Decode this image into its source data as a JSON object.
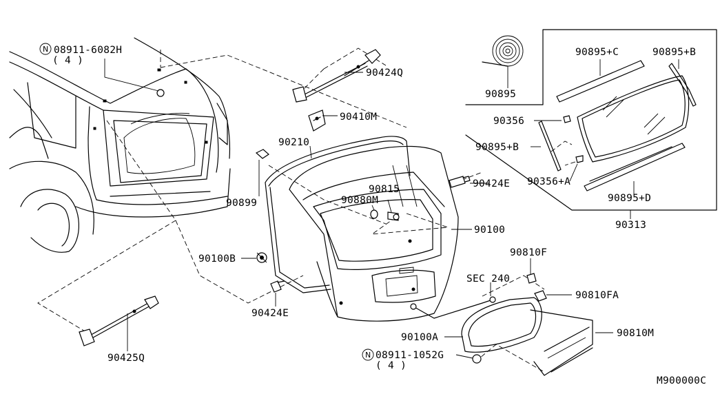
{
  "labels": {
    "p08911_6082H": "08911-6082H",
    "p08911_6082H_qty": "( 4 )",
    "p90424Q": "90424Q",
    "p90410M": "90410M",
    "p90210": "90210",
    "p90899": "90899",
    "p90815": "90815",
    "p90880M": "90880M",
    "p90424E_top": "90424E",
    "p90100": "90100",
    "p90100B": "90100B",
    "p90424E_bottom": "90424E",
    "p90425Q": "90425Q",
    "p90810F": "90810F",
    "pSEC240": "SEC 240",
    "p90810FA": "90810FA",
    "p90100A": "90100A",
    "p90810M": "90810M",
    "p08911_1052G": "08911-1052G",
    "p08911_1052G_qty": "( 4 )",
    "p90895": "90895",
    "p90895C": "90895+C",
    "p90895B_top": "90895+B",
    "p90356": "90356",
    "p90895B_mid": "90895+B",
    "p90356A": "90356+A",
    "p90895D": "90895+D",
    "p90313": "90313",
    "diagram_id": "M900000C",
    "nut_symbol": "N"
  }
}
